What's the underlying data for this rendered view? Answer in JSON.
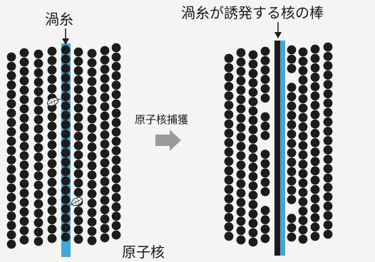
{
  "labels": {
    "vortex": "渦糸",
    "vortex_induced_rod": "渦糸が誘発する核の棒",
    "nuclear_capture": "原子核捕獲",
    "nucleus": "原子核"
  },
  "colors": {
    "background": "#f4f4f2",
    "vortex_line": "#3fa7dc",
    "nucleus": "#1c1c1c",
    "arrow": "#9a9a9a",
    "text": "#1a1a1a"
  }
}
